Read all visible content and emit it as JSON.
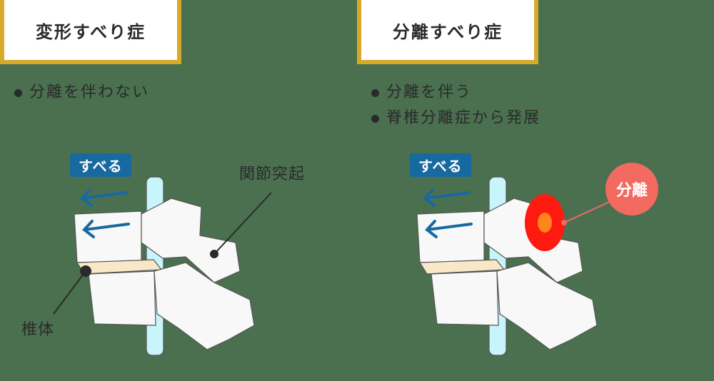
{
  "left_panel": {
    "title": "変形すべり症",
    "bullets": [
      "分離を伴わない"
    ],
    "slip_tag": "すべる",
    "labels": {
      "facet": "関節突起",
      "body": "椎体"
    }
  },
  "right_panel": {
    "title": "分離すべり症",
    "bullets": [
      "分離を伴う",
      "脊椎分離症から発展"
    ],
    "slip_tag": "すべる",
    "separation_label": "分離"
  },
  "colors": {
    "background": "#4a7050",
    "frame_gold": "#d8aa2a",
    "slip_blue": "#1869a0",
    "separation_red": "#f26a60",
    "spinal_cord": "#c8f4fc",
    "disc": "#f8e8c8"
  }
}
